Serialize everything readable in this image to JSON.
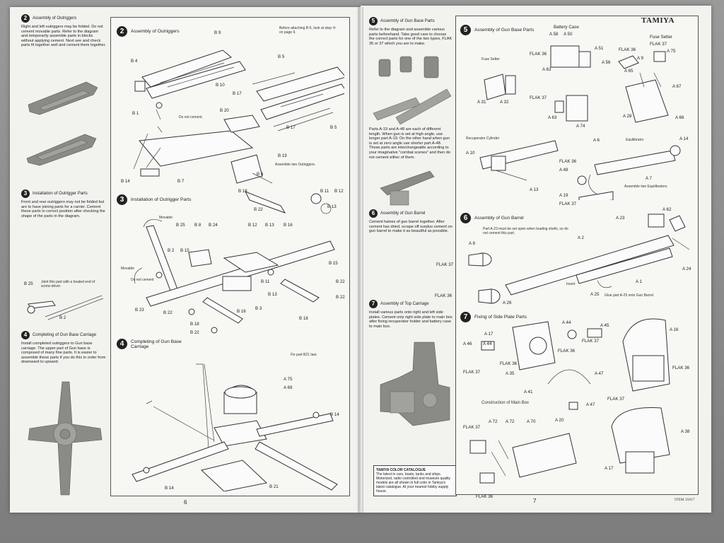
{
  "brand": "TAMIYA",
  "item_number": "ITEM 35017",
  "page_numbers": {
    "left": "6",
    "right": "7"
  },
  "left_column": {
    "s2": {
      "num": "2",
      "title": "Assembly of Outriggers",
      "text": "Right and left outriggers may be folded. Do not cement movable parts. Refer to the diagram and temporarily assemble parts in blocks without applying cement. Next see and check parts fit together well and cement them together."
    },
    "s3": {
      "num": "3",
      "title": "Installation of Outrigger Parts",
      "text": "Front and rear outriggers may not be folded but are to have joining parts for a carrier. Cement these parts in correct position after checking the shape of the parts in the diagram."
    },
    "joint_note": "Joint this part with a heated end of screw-driver.",
    "b25": "B 25",
    "b2": "B 2",
    "s4": {
      "num": "4",
      "title": "Completing of Gun Base Carriage",
      "text": "Install completed outriggers to Gun base carriage. The upper part of Gun base is composed of many fine parts. It is easier to assemble these parts if you do this in order from downward to upward."
    }
  },
  "panel_left": {
    "s2": {
      "num": "2",
      "title": "Assembly of Outriggers",
      "note": "Before attaching B-5, look at step ⑩ on page 9."
    },
    "s2_labels": [
      "B 9",
      "B 4",
      "B 5",
      "B 10",
      "B 17",
      "B 1",
      "Do not cement.",
      "B 20",
      "B 17",
      "B 5",
      "B 19",
      "Assemble two Outriggers.",
      "B 14",
      "B 7",
      "B 6"
    ],
    "s3": {
      "num": "3",
      "title": "Installation of Outrigger Parts"
    },
    "s3_labels": [
      "B 18",
      "B 11",
      "B 12",
      "B 22",
      "B 13",
      "Movable",
      "B 25",
      "B 8",
      "B 24",
      "B 12",
      "B 13",
      "B 16",
      "B 2",
      "B 15",
      "B 15",
      "Movable",
      "Do not cement",
      "B 11",
      "B 22",
      "B 13",
      "B 22",
      "B 23",
      "B 22",
      "B 16",
      "B 3",
      "B 18",
      "B 18",
      "B 22"
    ],
    "s4": {
      "num": "4",
      "title": "Completing of Gun Base Carriage",
      "note": "Fix part B21 last."
    },
    "s4_labels": [
      "A 75",
      "A 69",
      "B 14",
      "B 14",
      "B 21"
    ]
  },
  "right_column": {
    "s5": {
      "num": "5",
      "title": "Assembly of Gun Base Parts",
      "text": "Refer to the diagram and assemble various parts beforehand. Take good care to choose the correct parts for one of the two types, FLAK 36 or 37 which you are to make."
    },
    "parts_note": "Parts A-19 and A-48 are each of different length. When gun is set at high angle, use longer part A-19. On the other hand when gun is set at zero angle use shorter part A-48. These parts are interchangeable according to your imaginative \"combat scenes\" and then do not cement either of them.",
    "s6": {
      "num": "6",
      "title": "Assembly of Gun Barrel",
      "text": "Cement halves of gun barrel together. After cement has dried, scrape off surplus cement on gun barrel to make it as beautiful as possible."
    },
    "s7": {
      "num": "7",
      "title": "Assembly of Top Carriage",
      "text": "Install various parts onto right and left side plates. Cement only right side plate to main box after fixing recuperator holder and battery case to main box."
    },
    "catalogue": {
      "title": "TAMIYA COLOR CATALOGUE",
      "text": "The latest in cars, boats, tanks and ships. Motorized, radio controlled and museum quality models are all shown in full color in Tamiya's latest catalogue. At your nearest hobby supply house."
    }
  },
  "panel_right": {
    "s5": {
      "num": "5",
      "title": "Assembly of Gun Base Parts"
    },
    "s5_labels": [
      "Battery Case",
      "A 58",
      "A 50",
      "Fuse Setter",
      "FLAK 37",
      "FLAK 36",
      "A 51",
      "FLAK 36",
      "A 9",
      "A 75",
      "A 56",
      "A 65",
      "Fuse Setter",
      "A 63",
      "A 67",
      "A 31",
      "A 32",
      "FLAK 37",
      "A 28",
      "A 66",
      "A 63",
      "A 74",
      "Recuperator Cylinder",
      "A 6",
      "Equilibrator",
      "A 14",
      "A 10",
      "FLAK 36",
      "A 48",
      "A 13",
      "A 7",
      "Assemble two Equilibrators.",
      "A 19",
      "FLAK 37"
    ],
    "s6": {
      "num": "6",
      "title": "Assembly of Gun Barrel",
      "note": "Part A-23 must be set open when loading shells, so do not cement this part."
    },
    "s6_labels": [
      "A 62",
      "A 23",
      "A 8",
      "A 2",
      "FLAK 37",
      "A 24",
      "A 1",
      "Insert",
      "FLAK 36",
      "A 25",
      "Glue part A-25 onto Gun Barrel.",
      "A 26"
    ],
    "s7": {
      "num": "7",
      "title": "Fixing of Side Plate Parts"
    },
    "s7_labels": [
      "A 44",
      "A 45",
      "A 16",
      "A 17",
      "FLAK 37",
      "A 46",
      "A 44",
      "FLAK 36",
      "FLAK 36",
      "FLAK 36",
      "A 35",
      "A 47",
      "FLAK 37",
      "A 41",
      "A 47",
      "FLAK 37",
      "Construction of Main Box",
      "FLAK 37",
      "A 72",
      "A 72",
      "A 70",
      "A 20",
      "A 38",
      "FLAK 36",
      "A 17"
    ]
  }
}
